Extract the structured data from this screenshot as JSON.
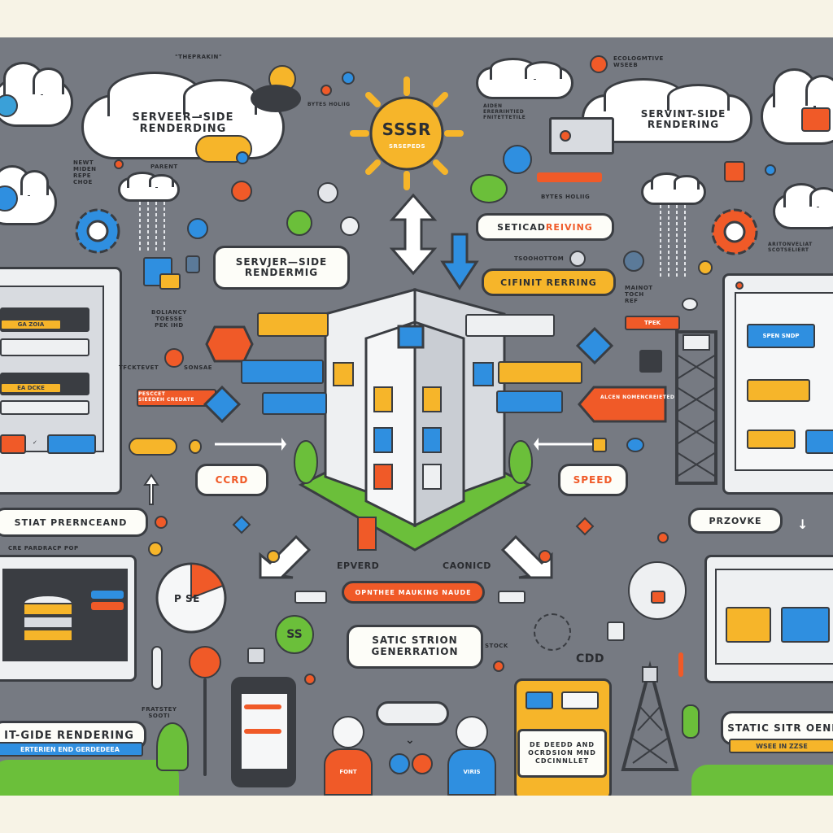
{
  "top_note": "\"THEPRAKIN\"",
  "top_right_note": "ECOLOGMTIVE\nWSEEB",
  "clouds": {
    "left_title": "SERVEER—SIDE\nRENDERDING",
    "right_title": "SERVINT-SIDE\nRENDERING"
  },
  "sun_label": "SSSR",
  "sun_sub": "SRSEPEDS",
  "center_pill": "SERVJER—SIDE\nRENDERMIG",
  "retrieving_pill_a": "SETICAD ",
  "retrieving_pill_b": "REIVING",
  "orange_pill": "CIFINIT RERRING",
  "ccrd_pill": "CCRD",
  "speed_pill": "SPEED",
  "stat_pill": "STIAT PRERNCEAND",
  "prove_pill": "PRZOVKE",
  "static_gen_pill": "SATIC STRION\nGENERRATION",
  "bottom_left_banner": "IT-GIDE RENDERING",
  "bottom_left_sub": "ERTERIEN END GERDEDEEA",
  "bottom_right_banner": "STATIC SITR OENI",
  "bottom_right_sub": "WSEE IN ZZSE",
  "yellow_card": "DE DEEDD AND\nOCRDSION MND\nCDCINNLLET",
  "red_banner": "OPNTHEE MAUKING NAUDE",
  "labels": {
    "everd": "EPVERD",
    "caonicd": "CAONICD",
    "cdd": "CDD",
    "stock": "STOCK",
    "pie_text": "P SE",
    "ss_badge": "SS",
    "parent": "PARENT",
    "rent_tag": "TPEK",
    "font_left": "FONT",
    "font_right": "VIRIS",
    "upper_left_text": "NEWT\nMIDEN\nREPE\nCHOE",
    "mid_left_text": "BOLIANCY\nTOESSE\nPEK IHD",
    "bolt_note": "TFCKTEVET",
    "sonsae": "SONSAE",
    "card_title_top": "SPEN SNDP",
    "rt_note": "ARITONVELIAT\nSCOTSELIERT",
    "rt_note2": "MAINOT\nTOCH\nREF",
    "tr_note": "AIDEN\nERERRIHTIED\nFNITETTETILE",
    "bd_note": "BYTES HOLIIG",
    "mid_note": "TSOOHOTTOM",
    "frm": "FRATSTEY\nSOOTI",
    "cyr": "CRE PARDRACP POP",
    "left_small": "PESCCET\nSIEEDEH CREDATE"
  },
  "colors": {
    "frame": "#767a82",
    "yellow": "#f6b52a",
    "orange": "#f05a28",
    "blue": "#2f8fe0",
    "green": "#6bbf3a"
  }
}
